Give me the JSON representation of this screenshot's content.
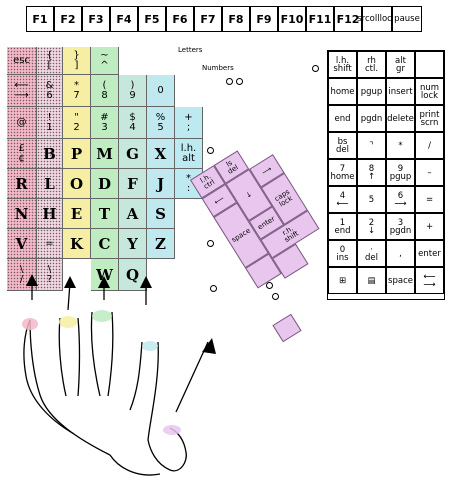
{
  "function_keys": [
    "F1",
    "F2",
    "F3",
    "F4",
    "F5",
    "F6",
    "F7",
    "F8",
    "F9",
    "F10",
    "F11",
    "F12"
  ],
  "scroll_lock": [
    "srcoll",
    "lock"
  ],
  "pause": "pause",
  "letters_numbers_note": [
    "Letters",
    "Numbers"
  ],
  "keys": {
    "esc": "esc",
    "back_tab": "⟵\n⟶",
    "at": "@",
    "pound": "£\n¢",
    "brace_l": "{\n[",
    "amp7": "&\n6",
    "excl": "!\n1",
    "quote2": "\"\n2",
    "brack_r": "}\n]",
    "seven": "*\n7",
    "hash3": "#\n3",
    "tilde": "~\n^",
    "paren8": "(\n8",
    "dollar4": "$\n4",
    "paren9": ")\n9",
    "pct5": "%\n5",
    "zero": "0",
    "plus": "+\n;",
    "lh_alt": "l.h.\nalt",
    "colon": "*\n:",
    "B": "B",
    "P": "P",
    "M": "M",
    "G": "G",
    "X": "X",
    "R": "R",
    "L": "L",
    "O": "O",
    "D": "D",
    "F": "F",
    "J": "J",
    "N": "N",
    "H": "H",
    "E": "E",
    "T": "T",
    "A": "A",
    "S": "S",
    "V": "V",
    "eq": "=",
    "K": "K",
    "C": "C",
    "Y": "Y",
    "Z": "Z",
    "back1": "\\\n/",
    "q1": "\\\n?",
    "W": "W",
    "Q": "Q"
  },
  "numpad": [
    [
      "l.h.\nshift",
      "rh\nctl.",
      "alt\ngr",
      ""
    ],
    [
      "home",
      "pgup",
      "insert",
      "num\nlock"
    ],
    [
      "end",
      "pgdn",
      "delete",
      "print\nscrn"
    ],
    [
      "bs\ndel",
      "⌝",
      "*",
      "/"
    ],
    [
      "7\nhome",
      "8\n↑",
      "9\npgup",
      "–"
    ],
    [
      "4\n⟵",
      "5",
      "6\n⟶",
      "="
    ],
    [
      "1\nend",
      "2\n↓",
      "3\npgdn",
      "+"
    ],
    [
      "0\nins",
      "·\ndel",
      ",",
      "enter"
    ],
    [
      "⊞",
      "▤",
      "space",
      "⟵\n⟶"
    ]
  ],
  "thumb_keys": {
    "l_ctl": "l.h.\nctrl",
    "ls_del": "ls\ndel",
    "enter": "enter",
    "caps_lock": "caps\nlock",
    "rh_shift": "r.h.\nshift",
    "space": "space",
    "left": "⟵",
    "down": "↓",
    "right": "⟶"
  }
}
